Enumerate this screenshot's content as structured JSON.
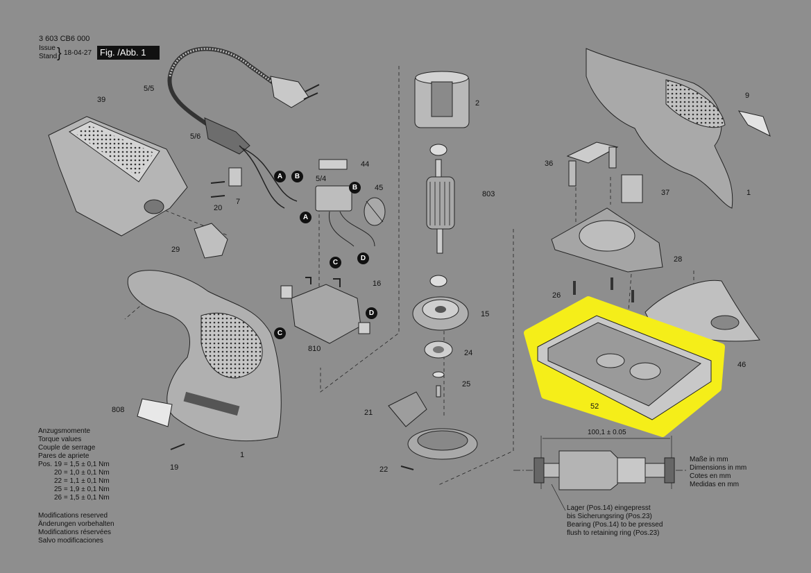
{
  "header": {
    "part_number": "3 603 CB6 000",
    "issue_label": "Issue",
    "stand_label": "Stand",
    "date": "18-04-27",
    "figure": "Fig. /Abb. 1"
  },
  "callouts": [
    "39",
    "5/5",
    "5/6",
    "7",
    "20",
    "29",
    "44",
    "5/4",
    "45",
    "16",
    "810",
    "2",
    "803",
    "15",
    "24",
    "25",
    "21",
    "22",
    "808",
    "1",
    "19",
    "9",
    "36",
    "37",
    "1",
    "28",
    "26",
    "46",
    "52"
  ],
  "wire_markers": [
    "A",
    "B",
    "B",
    "A",
    "C",
    "D",
    "D",
    "C"
  ],
  "torque": {
    "title_lines": [
      "Anzugsmomente",
      "Torque values",
      "Couple de serrage",
      "Pares de apriete"
    ],
    "pos_label": "Pos.",
    "rows": [
      "19 = 1,5 ± 0,1 Nm",
      "20 = 1,0 ± 0,1 Nm",
      "22 = 1,1 ± 0,1 Nm",
      "25 = 1,9 ± 0,1 Nm",
      "26 = 1,5 ± 0,1 Nm"
    ]
  },
  "modifications": [
    "Modifications reserved",
    "Änderungen vorbehalten",
    "Modifications réservées",
    "Salvo modificaciones"
  ],
  "armature_detail": {
    "dimension": "100,1 ± 0.05",
    "units": [
      "Maße in mm",
      "Dimensions in mm",
      "Cotes en mm",
      "Medidas en mm"
    ],
    "bearing_note": [
      "Lager (Pos.14) eingepresst",
      "bis Sicherungsring (Pos.23)",
      "Bearing (Pos.14) to be pressed",
      "flush to retaining ring (Pos.23)"
    ]
  },
  "colors": {
    "background": "#8e8e8e",
    "highlight": "#f5ee19",
    "ink": "#111111"
  }
}
